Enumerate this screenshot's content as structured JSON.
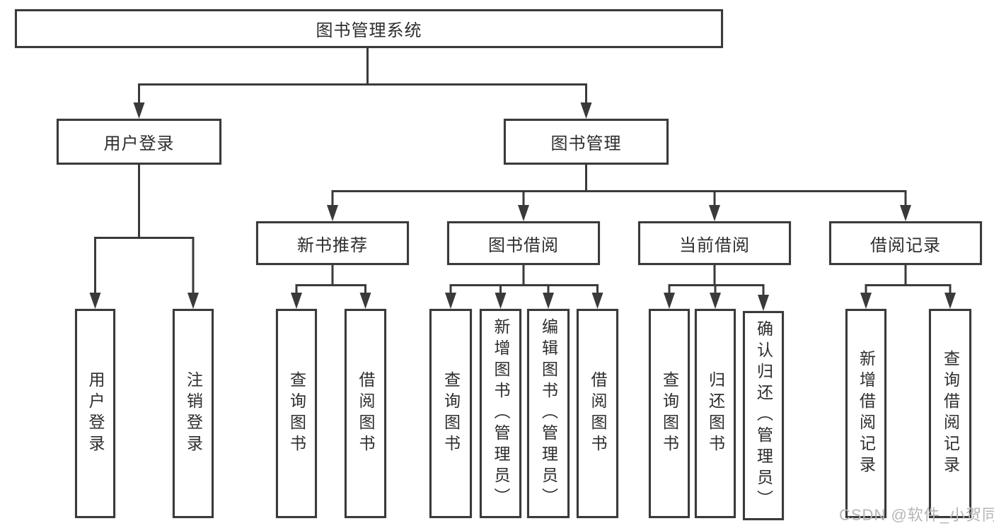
{
  "tree": {
    "label": "图书管理系统",
    "children": [
      {
        "label": "用户登录",
        "children": [
          {
            "label": "用户登录"
          },
          {
            "label": "注销登录"
          }
        ]
      },
      {
        "label": "图书管理",
        "children": [
          {
            "label": "新书推荐",
            "children": [
              {
                "label": "查询图书"
              },
              {
                "label": "借阅图书"
              }
            ]
          },
          {
            "label": "图书借阅",
            "children": [
              {
                "label": "查询图书"
              },
              {
                "label": "新增图书（管理员）"
              },
              {
                "label": "编辑图书（管理员）"
              },
              {
                "label": "借阅图书"
              }
            ]
          },
          {
            "label": "当前借阅",
            "children": [
              {
                "label": "查询图书"
              },
              {
                "label": "归还图书"
              },
              {
                "label": "确认归还（管理员）"
              }
            ]
          },
          {
            "label": "借阅记录",
            "children": [
              {
                "label": "新增借阅记录"
              },
              {
                "label": "查询借阅记录"
              }
            ]
          }
        ]
      }
    ]
  },
  "watermark": {
    "text": "CSDN @软件_小贺同学"
  },
  "colors": {
    "line": "#3a3a3a",
    "text": "#2d2d2d",
    "watermark": "#b5b5b5"
  }
}
